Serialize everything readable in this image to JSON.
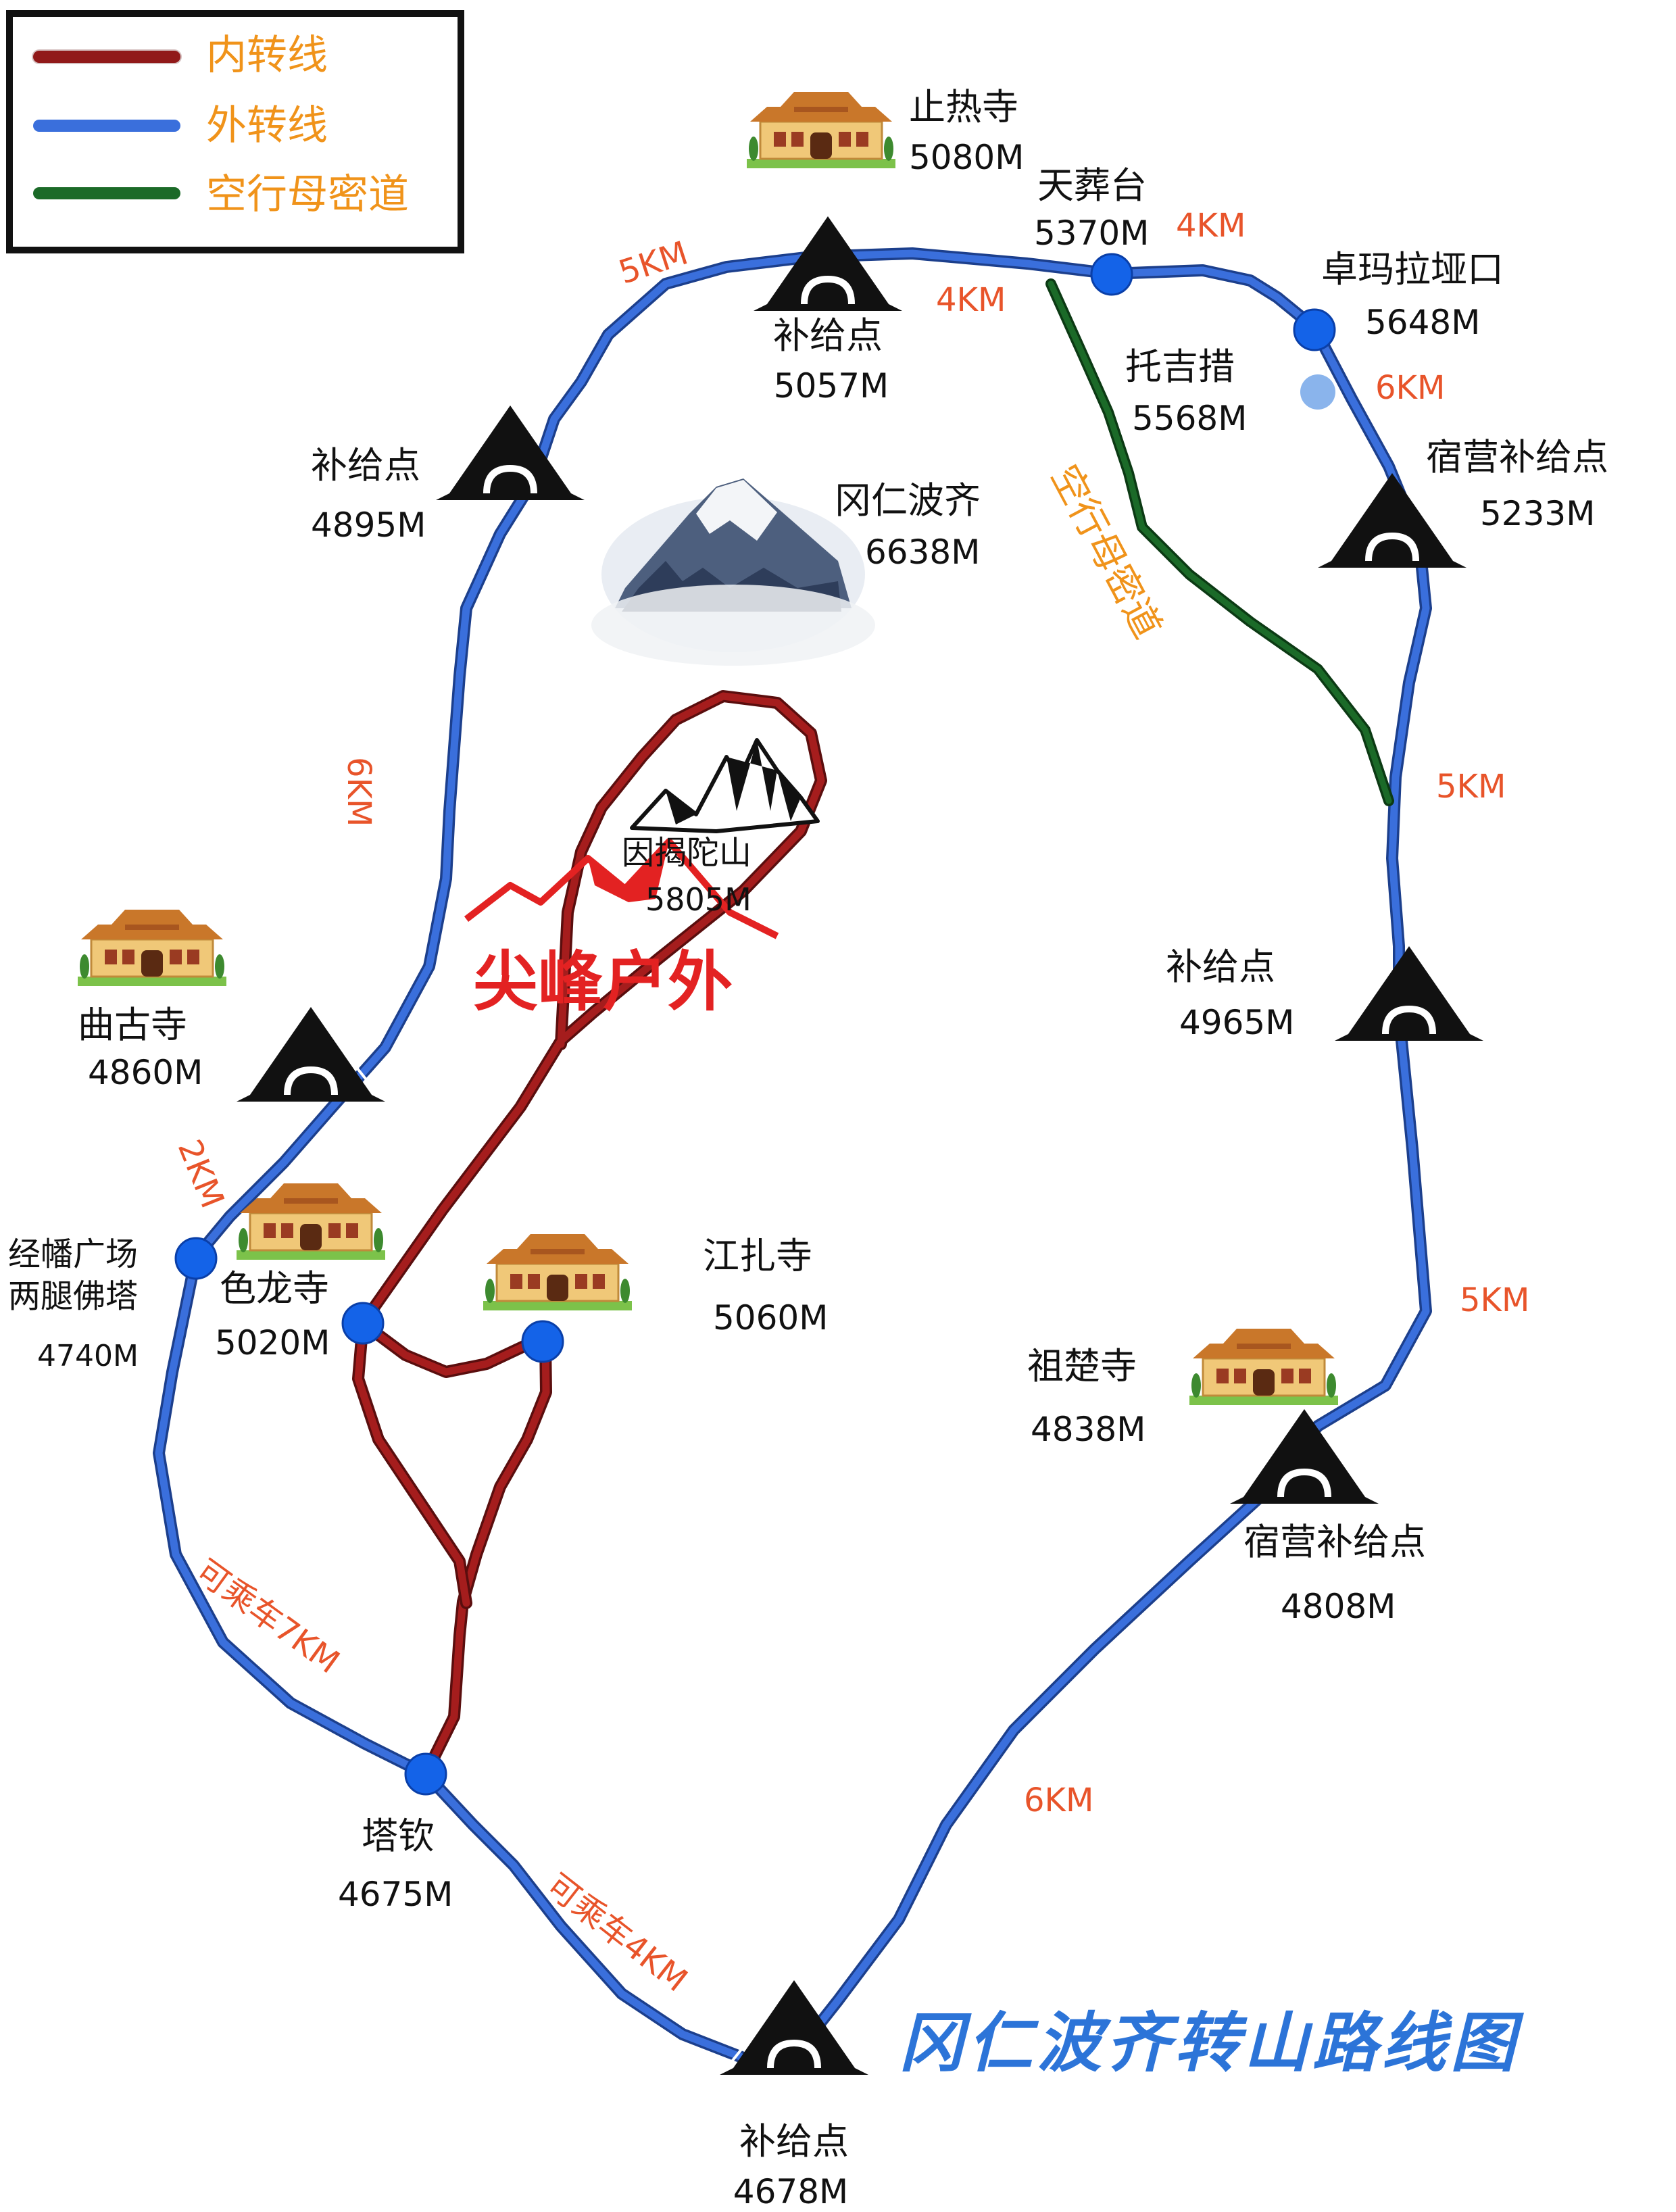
{
  "legend": {
    "items": [
      {
        "label": "内转线",
        "color": "#a51d1d"
      },
      {
        "label": "外转线",
        "color": "#3a6fdc"
      },
      {
        "label": "空行母密道",
        "color": "#1b6a28"
      }
    ]
  },
  "title": "冈仁波齐转山路线图",
  "brand": "尖峰户外",
  "secret_path_label": "空行母密道",
  "places": {
    "zhire": {
      "name": "止热寺",
      "alt": "5080M",
      "icon": "temple-icon"
    },
    "tianzang": {
      "name": "天葬台",
      "alt": "5370M"
    },
    "zhuoma": {
      "name": "卓玛拉垭口",
      "alt": "5648M"
    },
    "tuoji": {
      "name": "托吉措",
      "alt": "5568M"
    },
    "supply_n": {
      "name": "补给点",
      "alt": "5057M",
      "icon": "tent-icon"
    },
    "supply_nw": {
      "name": "补给点",
      "alt": "4895M",
      "icon": "tent-icon"
    },
    "kailash": {
      "name": "冈仁波齐",
      "alt": "6638M",
      "icon": "mountain-photo"
    },
    "camp_ne": {
      "name": "宿营补给点",
      "alt": "5233M",
      "icon": "tent-icon"
    },
    "yinjie": {
      "name": "因揭陀山",
      "alt": "5805M",
      "icon": "mountain-icon"
    },
    "supply_e": {
      "name": "补给点",
      "alt": "4965M",
      "icon": "tent-icon"
    },
    "qugu": {
      "name": "曲古寺",
      "alt": "4860M",
      "icon": "temple-icon"
    },
    "jingfan": {
      "name": "经幡广场\n两腿佛塔",
      "alt": "4740M"
    },
    "selong": {
      "name": "色龙寺",
      "alt": "5020M",
      "icon": "temple-icon"
    },
    "jiangzha": {
      "name": "江扎寺",
      "alt": "5060M",
      "icon": "temple-icon"
    },
    "zuchu": {
      "name": "祖楚寺",
      "alt": "4838M",
      "icon": "temple-icon"
    },
    "camp_se": {
      "name": "宿营补给点",
      "alt": "4808M",
      "icon": "tent-icon"
    },
    "taqin": {
      "name": "塔钦",
      "alt": "4675M"
    },
    "supply_s": {
      "name": "补给点",
      "alt": "4678M",
      "icon": "tent-icon"
    }
  },
  "distances": {
    "d_nw_5km": "5KM",
    "d_n_4km_a": "4KM",
    "d_n_4km_b": "4KM",
    "d_ne_6km": "6KM",
    "d_w_6km": "6KM",
    "d_e_5km_a": "5KM",
    "d_w_2km": "2KM",
    "d_e_5km_b": "5KM",
    "d_sw_7km": "可乘车7KM",
    "d_se_6km": "6KM",
    "d_s_4km": "可乘车4KM"
  },
  "colors": {
    "inner": "#a51d1d",
    "outer": "#3a6fdc",
    "secret": "#1b6a28",
    "node": "#1463e8",
    "distance": "#e8542a",
    "legend_text": "#f0931a",
    "brand": "#e32222",
    "title": "#2c74d8"
  }
}
